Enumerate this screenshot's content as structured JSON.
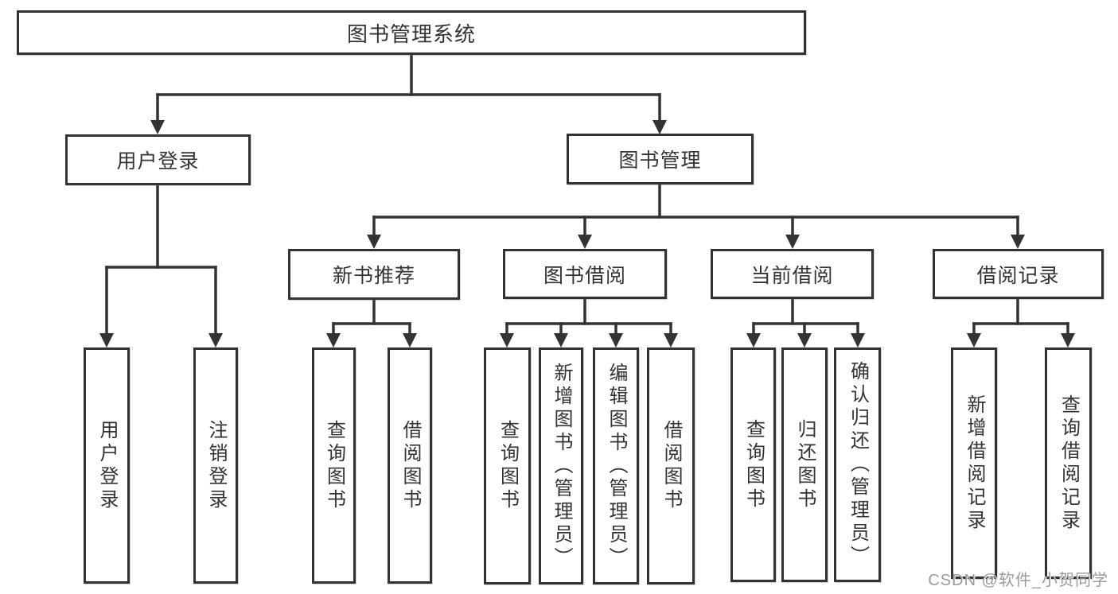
{
  "tree": {
    "label": "图书管理系统",
    "children": [
      {
        "label": "用户登录",
        "children": [
          {
            "label": "用户登录"
          },
          {
            "label": "注销登录"
          }
        ]
      },
      {
        "label": "图书管理",
        "children": [
          {
            "label": "新书推荐",
            "children": [
              {
                "label": "查询图书"
              },
              {
                "label": "借阅图书"
              }
            ]
          },
          {
            "label": "图书借阅",
            "children": [
              {
                "label": "查询图书"
              },
              {
                "label": "新增图书（管理员）"
              },
              {
                "label": "编辑图书（管理员）"
              },
              {
                "label": "借阅图书"
              }
            ]
          },
          {
            "label": "当前借阅",
            "children": [
              {
                "label": "查询图书"
              },
              {
                "label": "归还图书"
              },
              {
                "label": "确认归还（管理员）"
              }
            ]
          },
          {
            "label": "借阅记录",
            "children": [
              {
                "label": "新增借阅记录"
              },
              {
                "label": "查询借阅记录"
              }
            ]
          }
        ]
      }
    ]
  },
  "watermark": "CSDN @软件_小贺同学",
  "colors": {
    "line": "#333333",
    "text": "#333333",
    "background": "#ffffff",
    "watermark_text": "#9b9b9b"
  }
}
